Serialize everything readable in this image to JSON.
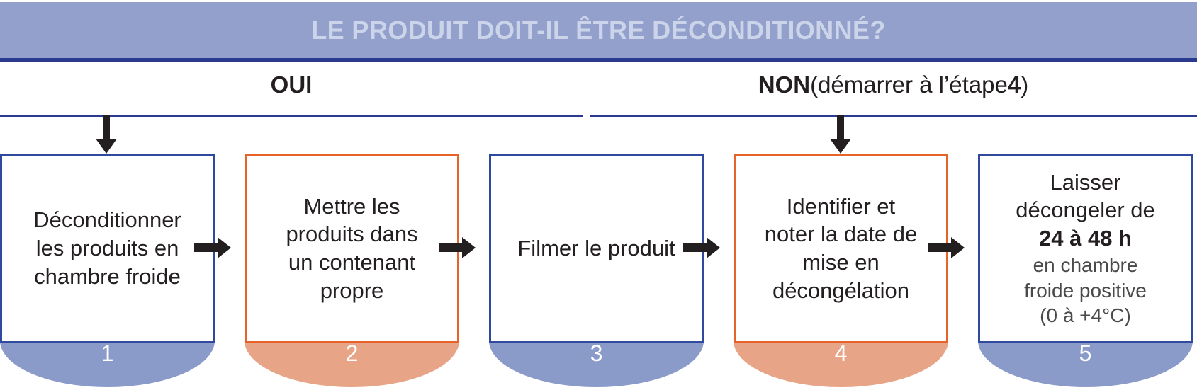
{
  "header": {
    "title": "LE PRODUIT DOIT-IL ÊTRE DÉCONDITIONNÉ?",
    "bar_color": "#93a0cb",
    "text_color": "#ccd4ea",
    "underline_color": "#2a3b8f"
  },
  "branches": {
    "yes": {
      "label": "OUI"
    },
    "no": {
      "label_bold": "NON",
      "label_rest_a": " (démarrer à l’étape ",
      "label_bold_2": "4",
      "label_rest_b": ")"
    }
  },
  "colors": {
    "blue_border": "#2f4a9c",
    "orange_border": "#e8632a",
    "blue_tab": "#8b9bc9",
    "orange_tab": "#e8a487",
    "rule": "#2a3b8f",
    "arrow": "#231f20",
    "text": "#231f20"
  },
  "steps": [
    {
      "number": "1",
      "accent": "blue",
      "lines": [
        "Déconditionner",
        "les produits en",
        "chambre froide"
      ]
    },
    {
      "number": "2",
      "accent": "orange",
      "lines": [
        "Mettre les",
        "produits dans",
        "un contenant",
        "propre"
      ]
    },
    {
      "number": "3",
      "accent": "blue",
      "lines": [
        "Filmer le produit"
      ]
    },
    {
      "number": "4",
      "accent": "orange",
      "lines": [
        "Identifier et",
        "noter la date de",
        "mise en",
        "décongélation"
      ]
    },
    {
      "number": "5",
      "accent": "blue",
      "lines": [
        "Laisser",
        "décongeler de",
        "24 à 48 h",
        "en chambre",
        "froide positive",
        "(0 à +4°C)"
      ],
      "line_styles": [
        "ln-lg",
        "ln-lg",
        "ln-md",
        "ln-sm",
        "ln-sm",
        "ln-sm"
      ]
    }
  ],
  "arrows": {
    "down_yes": "down-arrow-icon",
    "down_no": "down-arrow-icon",
    "connectors": [
      "right-arrow-icon",
      "right-arrow-icon",
      "right-arrow-icon",
      "right-arrow-icon"
    ]
  }
}
